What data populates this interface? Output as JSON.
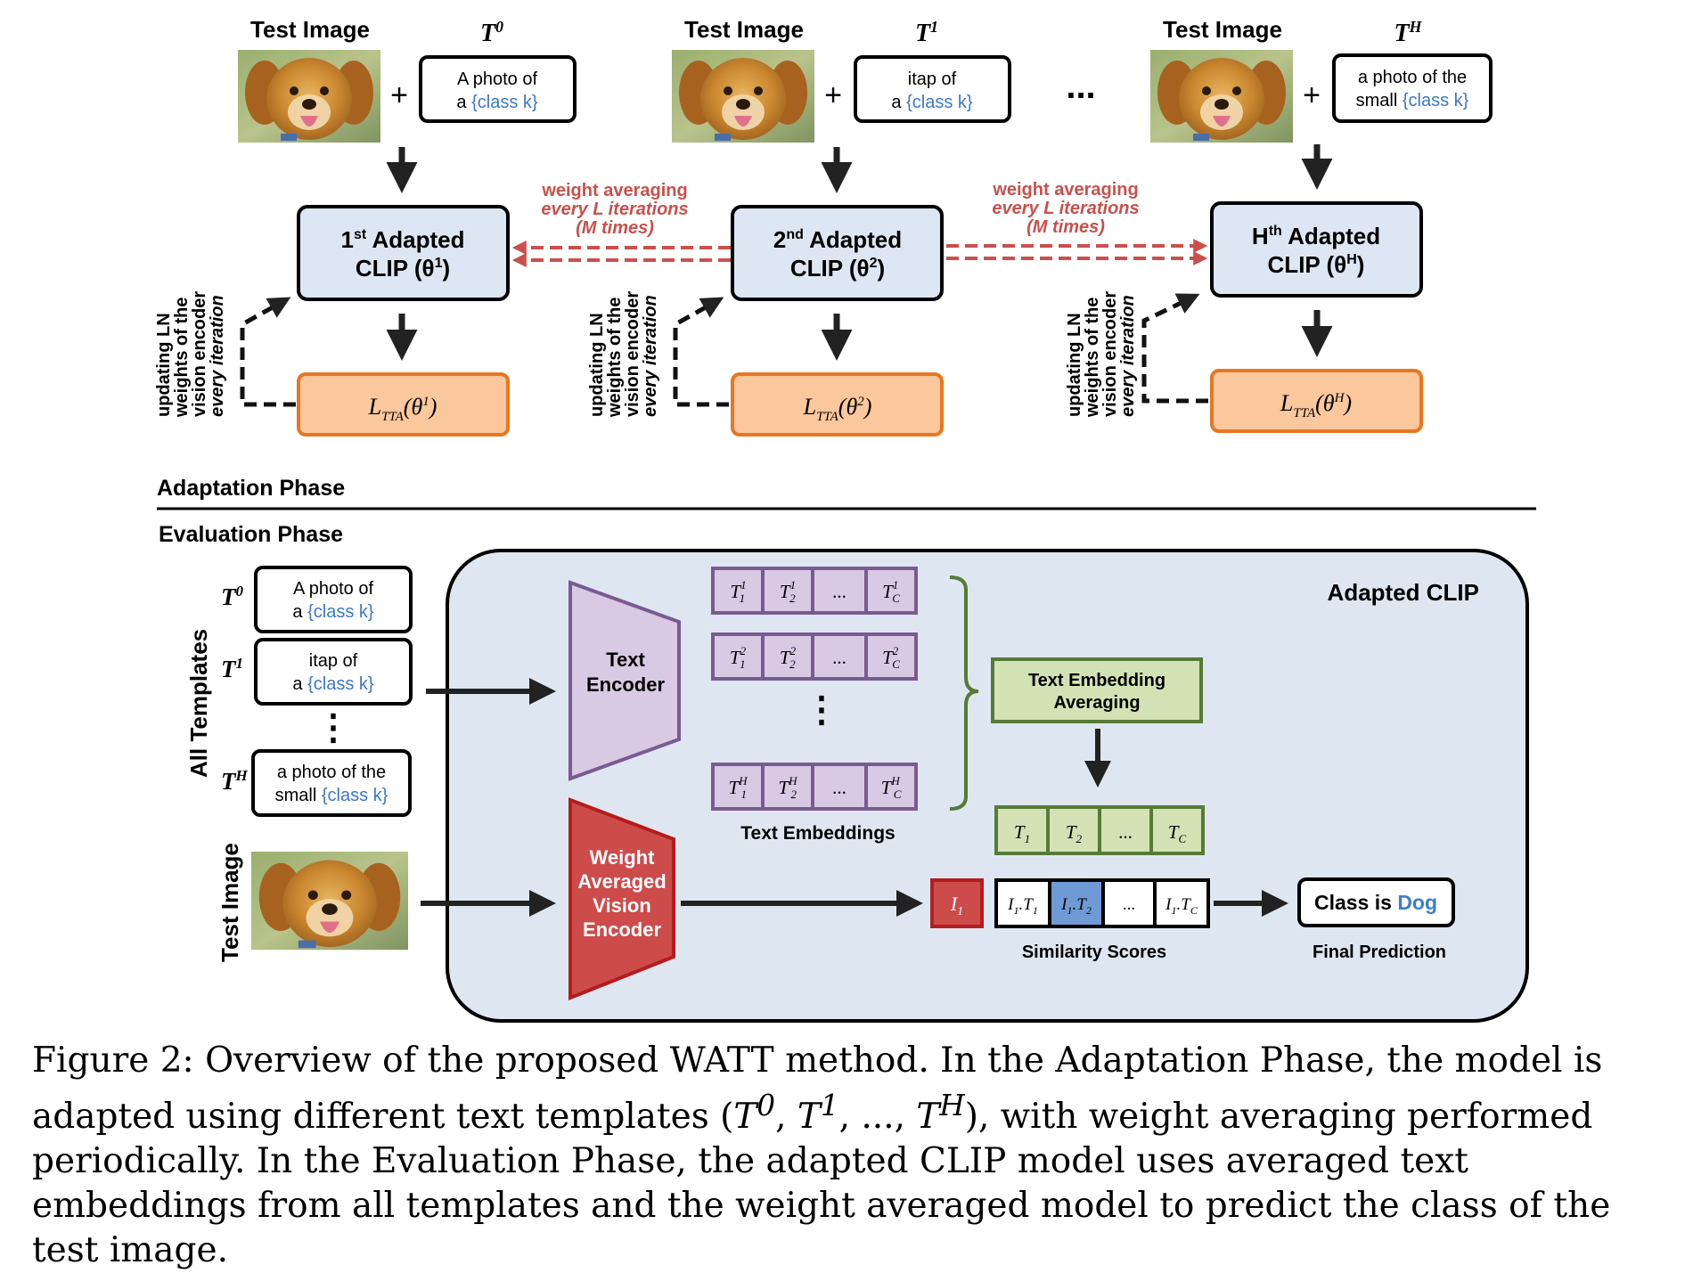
{
  "adaptation": {
    "test_image_label": "Test Image",
    "plus": "+",
    "ellipsis": "...",
    "columns": [
      {
        "template_sym": "T",
        "template_sup": "0",
        "template_line1": "A photo of",
        "template_line2_prefix": "a",
        "template_class": "{class k}",
        "model_line1_pre": "1",
        "model_line1_sup": "st",
        "model_line1_post": " Adapted",
        "model_line2": "CLIP (θ",
        "model_line2_sup": "1",
        "model_line2_end": ")",
        "loss_main": "L",
        "loss_sub": "TTA",
        "loss_arg": "(θ",
        "loss_sup": "1",
        "loss_end": ")"
      },
      {
        "template_sym": "T",
        "template_sup": "1",
        "template_line1": "itap of",
        "template_line2_prefix": "a",
        "template_class": "{class k}",
        "model_line1_pre": "2",
        "model_line1_sup": "nd",
        "model_line1_post": " Adapted",
        "model_line2": "CLIP (θ",
        "model_line2_sup": "2",
        "model_line2_end": ")",
        "loss_main": "L",
        "loss_sub": "TTA",
        "loss_arg": "(θ",
        "loss_sup": "2",
        "loss_end": ")"
      },
      {
        "template_sym": "T",
        "template_sup": "H",
        "template_line1": "a photo of the",
        "template_line2_prefix": "small",
        "template_class": "{class k}",
        "model_line1_pre": "H",
        "model_line1_sup": "th",
        "model_line1_post": "  Adapted",
        "model_line2": "CLIP (θ",
        "model_line2_sup": "H",
        "model_line2_end": ")",
        "loss_main": "L",
        "loss_sub": "TTA",
        "loss_arg": "(θ",
        "loss_sup": "H",
        "loss_end": ")"
      }
    ],
    "weight_avg_line1": "weight averaging",
    "weight_avg_line2": "every L iterations",
    "weight_avg_line3": "(M times)",
    "side_line1": "updating LN",
    "side_line2": "weights of the",
    "side_line3": "vision encoder",
    "side_line4": "every iteration",
    "phase_label": "Adaptation Phase"
  },
  "evaluation": {
    "phase_label": "Evaluation Phase",
    "all_templates_label": "All Templates",
    "test_image_label": "Test Image",
    "templates": [
      {
        "sym": "T",
        "sup": "0",
        "line1": "A photo of",
        "prefix": "a",
        "cls": "{class k}"
      },
      {
        "sym": "T",
        "sup": "1",
        "line1": "itap of",
        "prefix": "a",
        "cls": "{class k}"
      },
      {
        "sym": "T",
        "sup": "H",
        "line1": "a photo of the",
        "prefix": "small",
        "cls": "{class k}"
      }
    ],
    "vdots": "⋮",
    "adapted_clip_label": "Adapted CLIP",
    "text_encoder_line1": "Text",
    "text_encoder_line2": "Encoder",
    "vision_encoder_lines": [
      "Weight",
      "Averaged",
      "Vision",
      "Encoder"
    ],
    "embedding_rows": [
      {
        "cells": [
          [
            "T",
            "1",
            "1"
          ],
          [
            "T",
            "2",
            "1"
          ],
          [
            "...",
            "",
            ""
          ],
          [
            "T",
            "C",
            "1"
          ]
        ]
      },
      {
        "cells": [
          [
            "T",
            "1",
            "2"
          ],
          [
            "T",
            "2",
            "2"
          ],
          [
            "...",
            "",
            ""
          ],
          [
            "T",
            "C",
            "2"
          ]
        ]
      },
      {
        "cells": [
          [
            "T",
            "1",
            "H"
          ],
          [
            "T",
            "2",
            "H"
          ],
          [
            "...",
            "",
            ""
          ],
          [
            "T",
            "C",
            "H"
          ]
        ]
      }
    ],
    "text_embeddings_label": "Text Embeddings",
    "averaging_line1": "Text Embedding",
    "averaging_line2": "Averaging",
    "averaged_cells": [
      [
        "T",
        "1"
      ],
      [
        "T",
        "2"
      ],
      [
        "...",
        ""
      ],
      [
        "T",
        "C"
      ]
    ],
    "image_embedding": [
      "I",
      "1"
    ],
    "similarity_cells": [
      {
        "a": "I",
        "a_sub": "1",
        "b": "T",
        "b_sub": "1"
      },
      {
        "a": "I",
        "a_sub": "1",
        "b": "T",
        "b_sub": "2"
      },
      {
        "a": "...",
        "a_sub": "",
        "b": "",
        "b_sub": ""
      },
      {
        "a": "I",
        "a_sub": "1",
        "b": "T",
        "b_sub": "C"
      }
    ],
    "similarity_label": "Similarity Scores",
    "prediction_prefix": "Class is ",
    "prediction_class": "Dog",
    "prediction_label": "Final Prediction"
  },
  "caption": {
    "p1": "Figure 2: Overview of the proposed WATT method. In the Adaptation Phase, the model is adapted using different text templates (",
    "t0": "T",
    "t0_sup": "0",
    "sep1": ", ",
    "t1": "T",
    "t1_sup": "1",
    "sep2": ", ..., ",
    "th": "T",
    "th_sup": "H",
    "p2": "), with weight averaging performed periodically. In the Evaluation Phase, the adapted CLIP model uses averaged text embeddings from all templates and the weight averaged model to predict the class of the test image."
  },
  "colors": {
    "class_blue": "#3c78c8",
    "model_fill": "#dde7f3",
    "loss_fill": "#fbc79c",
    "loss_stroke": "#e87722",
    "weight_avg_red": "#c9504c",
    "text_enc_fill": "#d9c9e3",
    "text_enc_stroke": "#7a5a93",
    "vision_enc_fill": "#cd4b4b",
    "vision_enc_stroke": "#b31d1d",
    "green_fill": "#d3e2b5",
    "green_stroke": "#577a37",
    "panel_fill": "#dee7f1",
    "highlight_blue": "#6f9ad6",
    "dog_blue": "#3c7fc9"
  }
}
